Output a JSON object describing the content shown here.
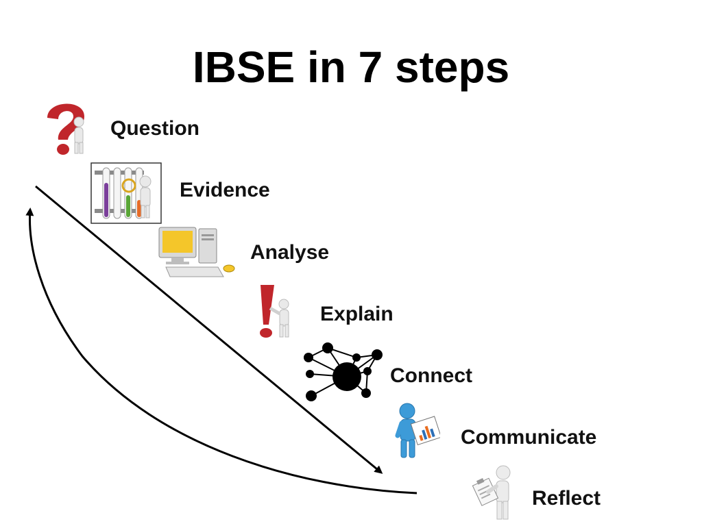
{
  "title": "IBSE in 7 steps",
  "steps": [
    {
      "label": "Question",
      "icon": "question-mark-figure-icon"
    },
    {
      "label": "Evidence",
      "icon": "test-tubes-magnifier-icon"
    },
    {
      "label": "Analyse",
      "icon": "computer-icon"
    },
    {
      "label": "Explain",
      "icon": "exclamation-mark-figure-icon"
    },
    {
      "label": "Connect",
      "icon": "network-nodes-icon"
    },
    {
      "label": "Communicate",
      "icon": "person-presenting-chart-icon"
    },
    {
      "label": "Reflect",
      "icon": "person-with-clipboard-icon"
    }
  ],
  "colors": {
    "question_red": "#c0262b",
    "screen_yellow": "#f4c62a",
    "person_blue": "#3d9bd8",
    "node_black": "#000000"
  }
}
